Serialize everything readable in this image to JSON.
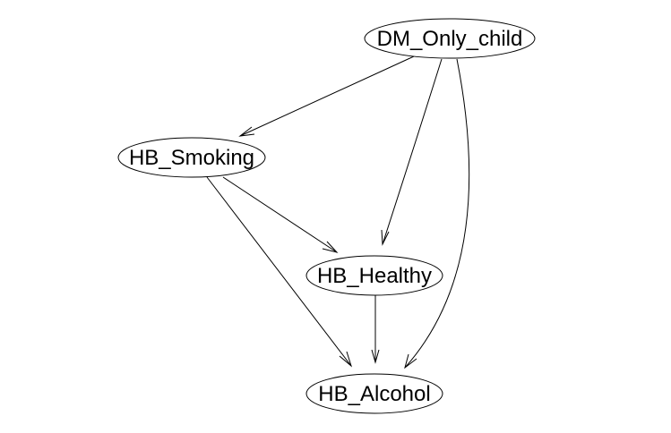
{
  "nodes": {
    "dm_only_child": {
      "label": "DM_Only_child"
    },
    "hb_smoking": {
      "label": "HB_Smoking"
    },
    "hb_healthy": {
      "label": "HB_Healthy"
    },
    "hb_alcohol": {
      "label": "HB_Alcohol"
    }
  },
  "edges": [
    {
      "from": "DM_Only_child",
      "to": "HB_Smoking"
    },
    {
      "from": "DM_Only_child",
      "to": "HB_Healthy"
    },
    {
      "from": "DM_Only_child",
      "to": "HB_Alcohol"
    },
    {
      "from": "HB_Smoking",
      "to": "HB_Healthy"
    },
    {
      "from": "HB_Smoking",
      "to": "HB_Alcohol"
    },
    {
      "from": "HB_Healthy",
      "to": "HB_Alcohol"
    }
  ],
  "colors": {
    "stroke": "#000000",
    "background": "#ffffff"
  }
}
